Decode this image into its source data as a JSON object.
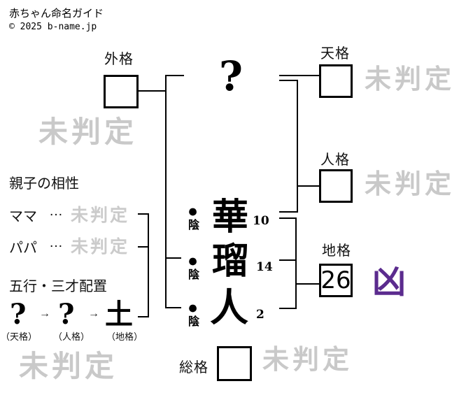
{
  "header": {
    "title": "赤ちゃん命名ガイド",
    "copyright": "© 2025 b-name.jp"
  },
  "watermarks": {
    "left": "未判定",
    "tenkaku": "未判定",
    "jinkaku": "未判定",
    "bottom_left": "未判定",
    "soukaku": "未判定"
  },
  "diagram": {
    "surname_char": "?",
    "name_rows": [
      {
        "marker": "●",
        "yin_yang": "陰",
        "char": "華",
        "strokes": "10"
      },
      {
        "marker": "●",
        "yin_yang": "陰",
        "char": "瑠",
        "strokes": "14"
      },
      {
        "marker": "●",
        "yin_yang": "陰",
        "char": "人",
        "strokes": "2"
      }
    ],
    "gaikaku_label": "外格",
    "tenkaku_label": "天格",
    "jinkaku_label": "人格",
    "chikaku_label": "地格",
    "chikaku_value": "26",
    "chikaku_result": "凶",
    "soukaku_label": "総格"
  },
  "compatibility": {
    "title": "親子の相性",
    "rows": [
      {
        "label": "ママ",
        "leader": "…",
        "value": "未判定"
      },
      {
        "label": "パパ",
        "leader": "…",
        "value": "未判定"
      }
    ]
  },
  "gogyou": {
    "title": "五行・三才配置",
    "arrow": "→",
    "items": [
      {
        "element": "?",
        "kaku": "（天格）"
      },
      {
        "element": "?",
        "kaku": "（人格）"
      },
      {
        "element": "土",
        "kaku": "（地格）"
      }
    ]
  },
  "colors": {
    "watermark_gray": "#c9c9c9",
    "pending_value_gray": "#cbcbcb",
    "kyou_purple": "#5b2b8e",
    "line_black": "#000000"
  }
}
